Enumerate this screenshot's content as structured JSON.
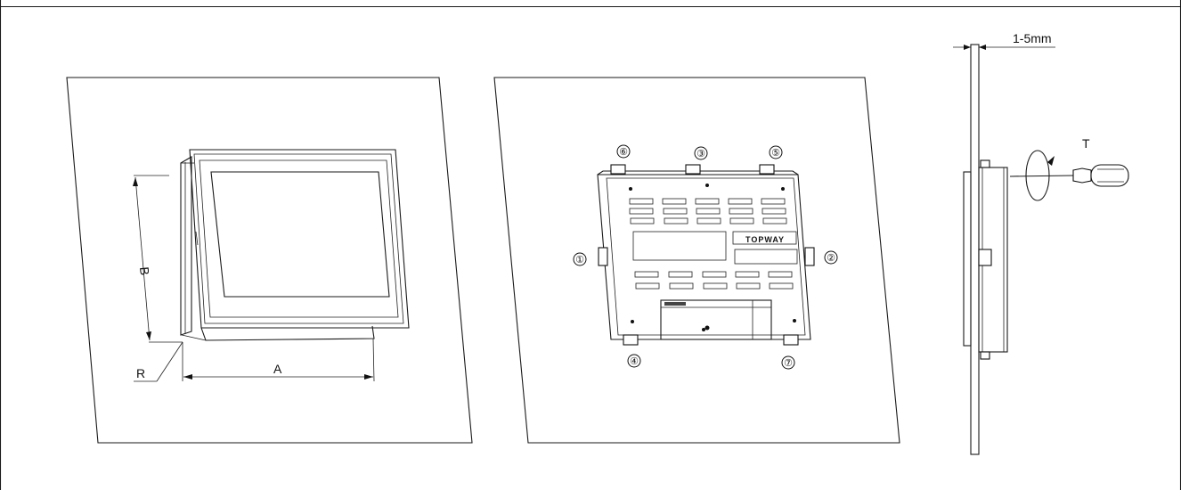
{
  "figure": {
    "dimension_labels": {
      "width": "A",
      "height": "B",
      "radius": "R",
      "thickness": "1-5mm",
      "torque": "T"
    },
    "brand_label": "TOPWAY",
    "bracket_numbers": [
      "①",
      "②",
      "③",
      "④",
      "⑤",
      "⑥",
      "⑦"
    ]
  }
}
